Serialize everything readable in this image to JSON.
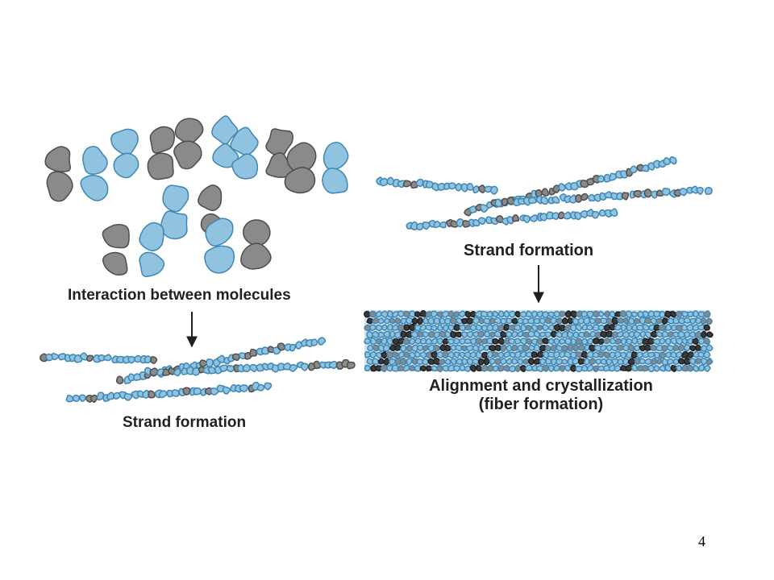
{
  "slide": {
    "page_number": "4",
    "colors": {
      "molecule_blue": "#8fc3e0",
      "molecule_blue_edge": "#3f86b3",
      "molecule_gray": "#8a8a8a",
      "molecule_gray_edge": "#4d4d4d",
      "arrow": "#231f20"
    }
  },
  "diagram": {
    "captions": {
      "interaction": "Interaction between molecules",
      "strand_left": "Strand formation",
      "strand_right": "Strand formation",
      "alignment_line1": "Alignment and crystallization",
      "alignment_line2": "(fiber formation)"
    }
  }
}
